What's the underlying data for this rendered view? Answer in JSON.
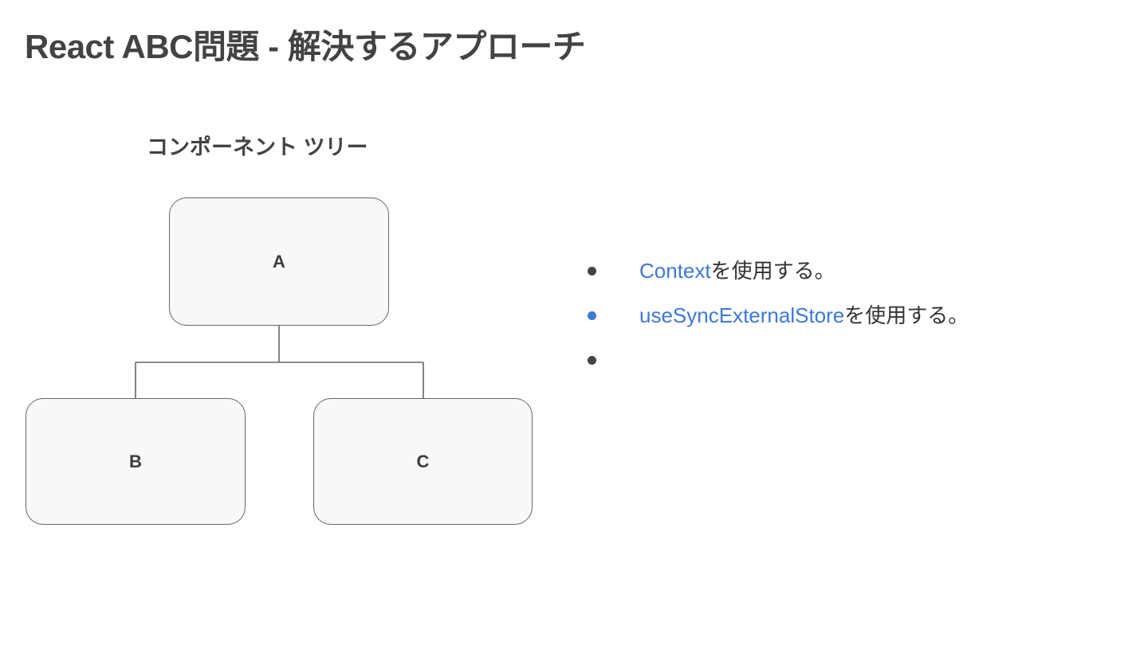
{
  "slide": {
    "title": "React ABC問題 - 解決するアプローチ",
    "background_color": "#ffffff",
    "title_color": "#434343"
  },
  "diagram": {
    "heading": "コンポーネント ツリー",
    "type": "component-tree",
    "node_fill": "#f8f8f8",
    "node_border": "#666666",
    "nodes": [
      {
        "id": "a",
        "label": "A"
      },
      {
        "id": "b",
        "label": "B"
      },
      {
        "id": "c",
        "label": "C"
      }
    ],
    "edges": [
      {
        "from": "A",
        "to": "B"
      },
      {
        "from": "A",
        "to": "C"
      }
    ]
  },
  "approaches": {
    "accent_color": "#3d78d8",
    "items": [
      {
        "bullet_color": "#444444",
        "api": "Context",
        "suffix": "を使用する。"
      },
      {
        "bullet_color": "#3d78d8",
        "api": "useSyncExternalStore",
        "suffix": "を使用する。"
      },
      {
        "bullet_color": "#444444",
        "api": "",
        "suffix": ""
      }
    ]
  }
}
